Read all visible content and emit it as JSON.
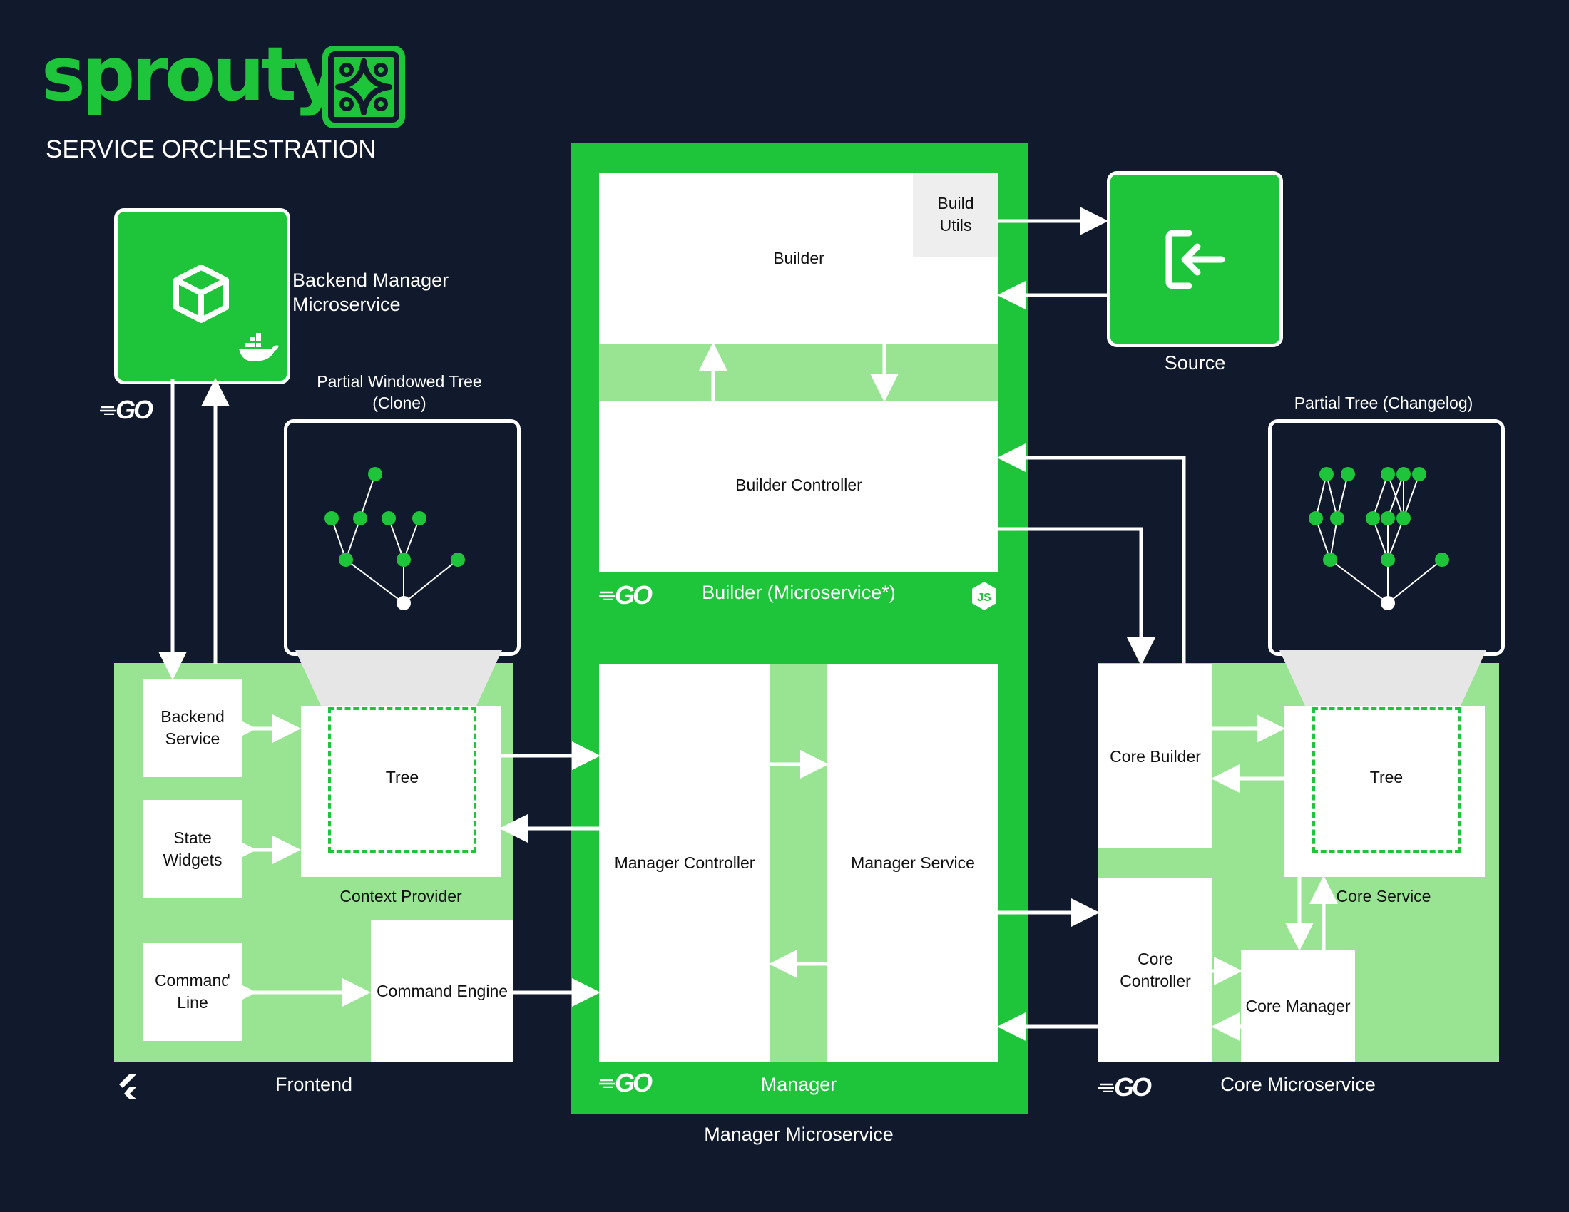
{
  "brand": {
    "name": "sprouty",
    "subtitle": "SERVICE ORCHESTRATION"
  },
  "colors": {
    "background": "#111a2c",
    "brand_green": "#1ec43a",
    "light_green": "#98e493",
    "text": "#ffffff"
  },
  "backend_manager": {
    "label": "Backend Manager\nMicroservice",
    "icons": [
      "cube-icon",
      "docker-icon",
      "go-logo-icon"
    ]
  },
  "partial_windowed_tree": {
    "label": "Partial Windowed Tree\n(Clone)"
  },
  "frontend": {
    "label": "Frontend",
    "backend_service": "Backend\nService",
    "state_widgets": "State\nWidgets",
    "command_line": "Command\nLine",
    "tree": "Tree",
    "context_provider": "Context Provider",
    "command_engine": "Command Engine",
    "icons": [
      "flutter-icon"
    ]
  },
  "builder": {
    "builder": "Builder",
    "build_utils": "Build\nUtils",
    "builder_controller": "Builder Controller",
    "microservice_label": "Builder (Microservice*)",
    "icons": [
      "go-logo-icon",
      "nodejs-icon"
    ]
  },
  "manager": {
    "manager_controller": "Manager Controller",
    "manager_service": "Manager Service",
    "manager_label": "Manager",
    "microservice_label": "Manager Microservice",
    "icons": [
      "go-logo-icon"
    ]
  },
  "source": {
    "label": "Source",
    "icons": [
      "login-icon"
    ]
  },
  "partial_tree_changelog": {
    "label": "Partial Tree (Changelog)"
  },
  "core": {
    "core_builder": "Core Builder",
    "tree": "Tree",
    "core_service": "Core Service",
    "core_controller": "Core\nController",
    "core_manager": "Core Manager",
    "microservice_label": "Core Microservice",
    "icons": [
      "go-logo-icon"
    ]
  },
  "go_logo_text": "GO"
}
